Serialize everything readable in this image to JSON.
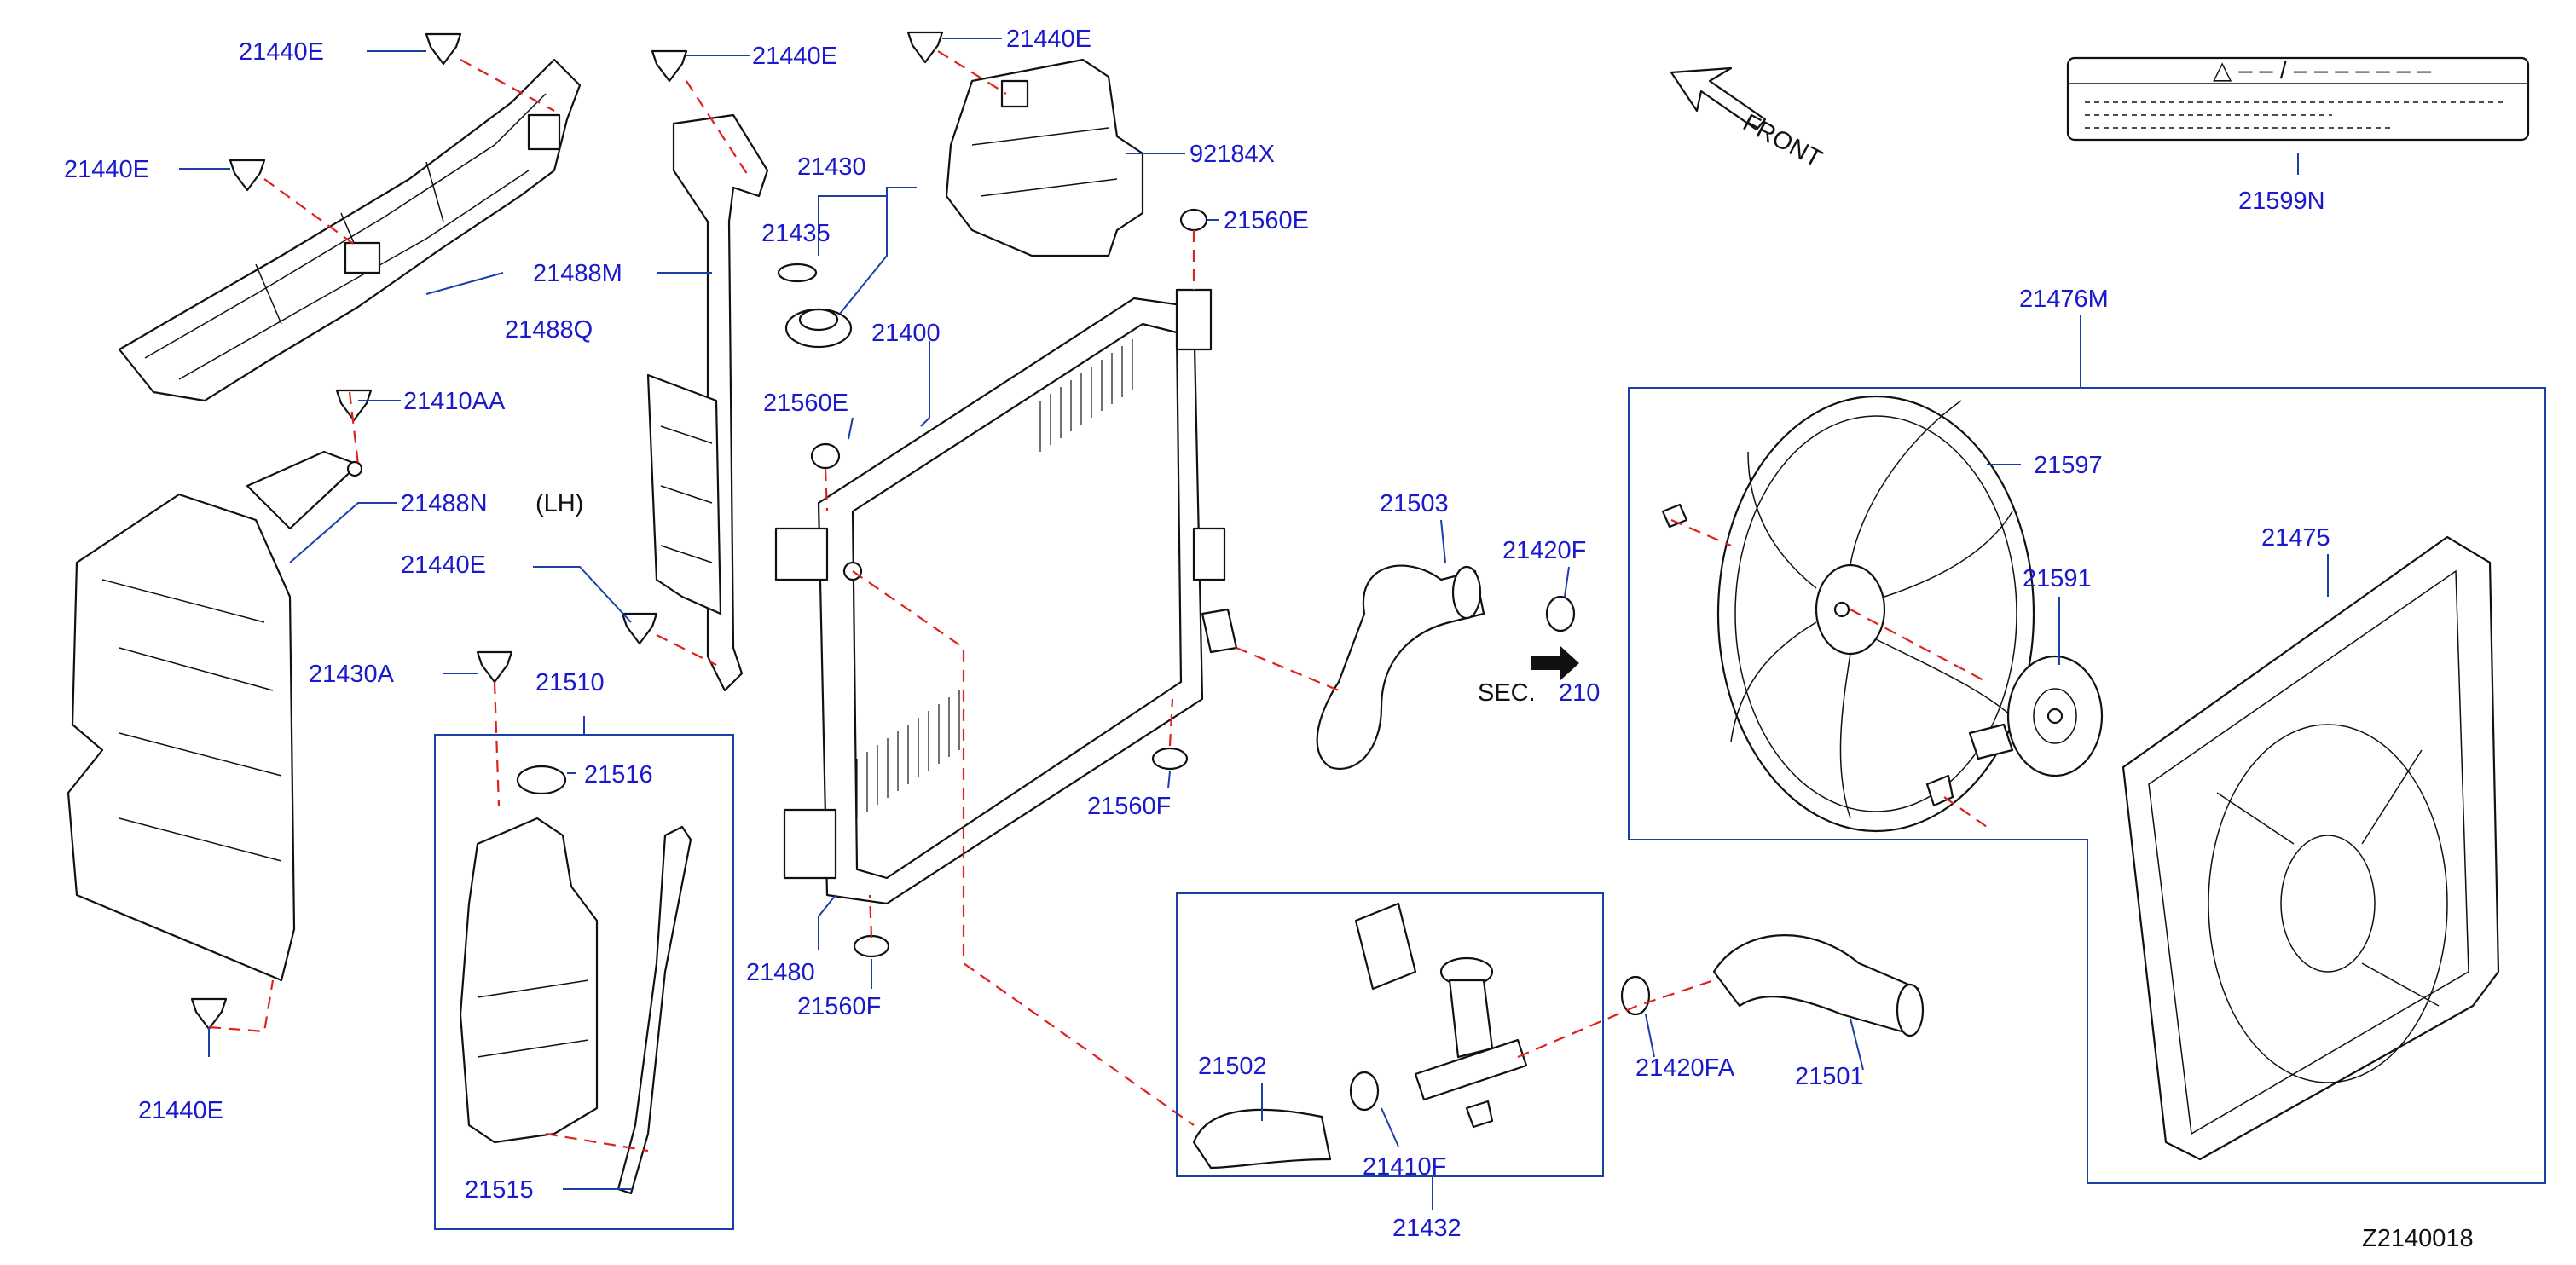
{
  "labels": {
    "p21440e_1": "21440E",
    "p21440e_2": "21440E",
    "p21440e_3": "21440E",
    "p21440e_4": "21440E",
    "p21440e_5": "21440E",
    "p21440e_6": "21440E",
    "p21488q": "21488Q",
    "p21410aa": "21410AA",
    "p21488n": "21488N",
    "lh": "(LH)",
    "p21430a": "21430A",
    "p21488m": "21488M",
    "p21430": "21430",
    "p21435": "21435",
    "p92184x": "92184X",
    "p21560e_1": "21560E",
    "p21560e_2": "21560E",
    "p21400": "21400",
    "p21510": "21510",
    "p21516": "21516",
    "p21515": "21515",
    "p21480": "21480",
    "p21560f_1": "21560F",
    "p21560f_2": "21560F",
    "p21503": "21503",
    "p21420f": "21420F",
    "sec": "SEC.",
    "sec_num": "210",
    "front": "FRONT",
    "p21599n": "21599N",
    "caution_text": "△ – – / – – – – – – –",
    "p21476m": "21476M",
    "p21597": "21597",
    "p21591": "21591",
    "p21475": "21475",
    "p21502": "21502",
    "p21410f": "21410F",
    "p21432": "21432",
    "p21420fa": "21420FA",
    "p21501": "21501",
    "diagram_id": "Z2140018"
  },
  "colors": {
    "label_blue": "#1a1acc",
    "leader_blue": "#1a3fa8",
    "dash_red": "#e0201c",
    "line_black": "#111111"
  }
}
